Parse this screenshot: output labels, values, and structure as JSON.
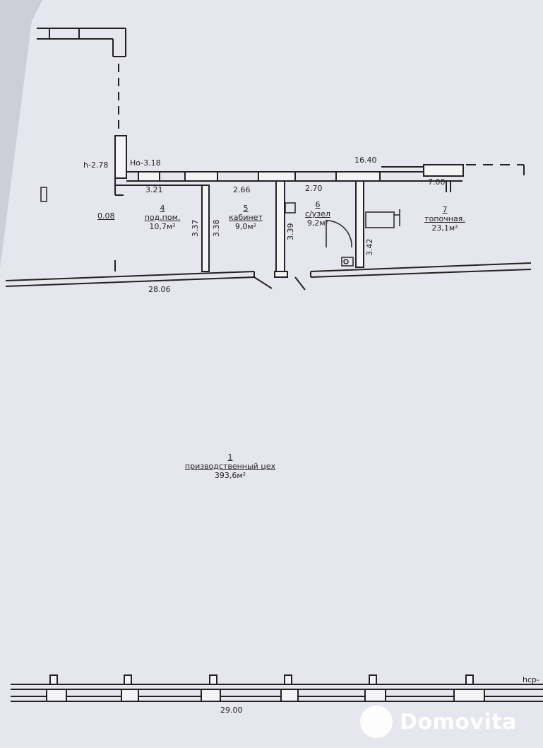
{
  "rooms": [
    {
      "number": "1",
      "name": "призводственный цех",
      "area": "393,6м²"
    },
    {
      "number": "4",
      "name": "под.пом.",
      "area": "10,7м²"
    },
    {
      "number": "5",
      "name": "кабинет",
      "area": "9,0м²"
    },
    {
      "number": "6",
      "name": "с/узел",
      "area": "9,2м²"
    },
    {
      "number": "7",
      "name": "топочная.",
      "area": "23,1м²"
    }
  ],
  "heights": {
    "h": "h-2.78",
    "ho": "Ho-3.18",
    "hcp": "hcp-"
  },
  "dimensions": {
    "top_run": "16.40",
    "d_321": "3.21",
    "d_266": "2.66",
    "d_270": "2.70",
    "d_700": "7.00",
    "d_008": "0.08",
    "d_337": "3.37",
    "d_338": "3.38",
    "d_339": "3.39",
    "d_342": "3.42",
    "d_2806": "28.06",
    "d_2900": "29.00"
  },
  "watermark": "Domovita",
  "colors": {
    "paper": "#e6e6ee",
    "line": "#222222",
    "wall_fill": "#f4f4f6"
  }
}
